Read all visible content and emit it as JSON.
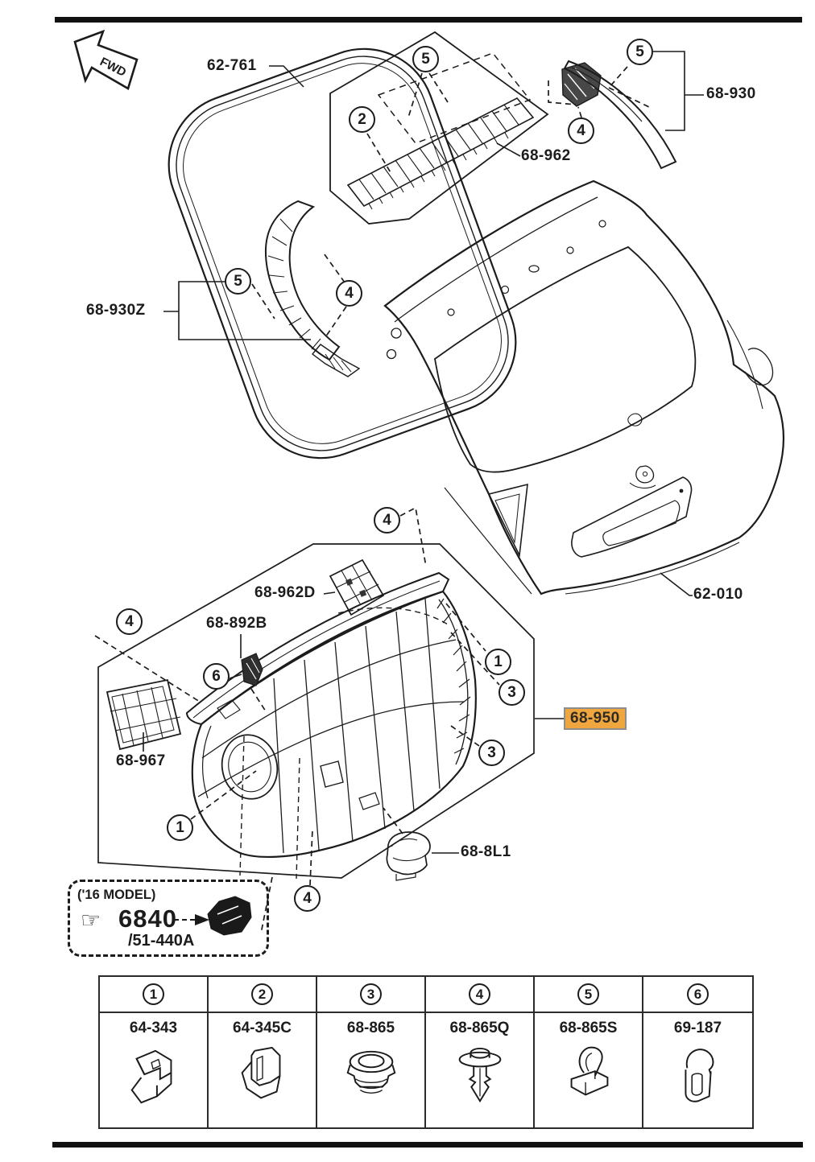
{
  "page": {
    "background": "#ffffff",
    "line_color": "#1c1c1c",
    "highlight_bg": "#efa63e",
    "highlight_border": "#8d8d8d"
  },
  "fwd": {
    "label": "FWD"
  },
  "labels": {
    "weatherstrip": "62-761",
    "belt_garnish": "68-962",
    "rear_garnish": "68-930",
    "corner_garnish": "68-930Z",
    "liftgate_panel": "62-010",
    "trim_cover": "68-962D",
    "clip_cover": "68-892B",
    "side_trim": "68-967",
    "liftgate_trim": "68-950",
    "cap": "68-8L1"
  },
  "model_note": {
    "header": "('16 MODEL)",
    "hand_icon": "☞",
    "part_number": "6840",
    "part_suffix": "/51-440A"
  },
  "callouts": [
    {
      "n": "5"
    },
    {
      "n": "2"
    },
    {
      "n": "4"
    },
    {
      "n": "5"
    },
    {
      "n": "5"
    },
    {
      "n": "4"
    },
    {
      "n": "4"
    },
    {
      "n": "4"
    },
    {
      "n": "6"
    },
    {
      "n": "1"
    },
    {
      "n": "3"
    },
    {
      "n": "3"
    },
    {
      "n": "1"
    },
    {
      "n": "4"
    }
  ],
  "fastener_table": {
    "columns": [
      {
        "num": "1",
        "part": "64-343",
        "icon": "spring-clip-icon"
      },
      {
        "num": "2",
        "part": "64-345C",
        "icon": "box-clip-icon"
      },
      {
        "num": "3",
        "part": "68-865",
        "icon": "grommet-icon"
      },
      {
        "num": "4",
        "part": "68-865Q",
        "icon": "push-rivet-icon"
      },
      {
        "num": "5",
        "part": "68-865S",
        "icon": "loop-clip-icon"
      },
      {
        "num": "6",
        "part": "69-187",
        "icon": "hook-clip-icon"
      }
    ]
  }
}
